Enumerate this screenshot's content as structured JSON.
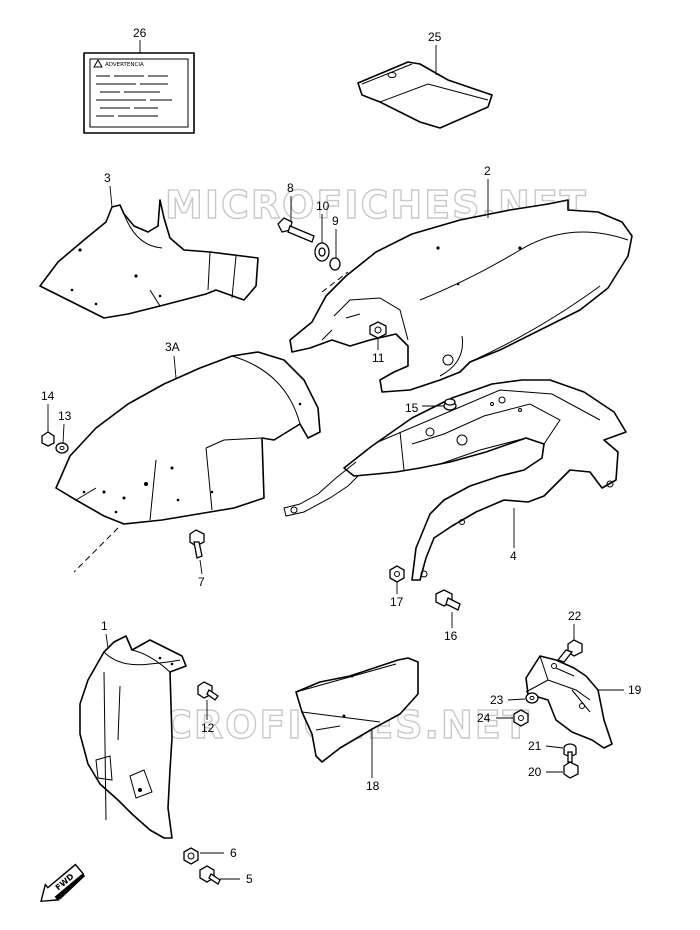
{
  "watermark": {
    "text": "MICROFICHES.NET"
  },
  "warning_label": {
    "title": "ADVERTENCIA"
  },
  "fwd_arrow": {
    "text": "FWD"
  },
  "callouts": {
    "p1": "1",
    "p2": "2",
    "p3": "3",
    "p3a": "3A",
    "p4": "4",
    "p5": "5",
    "p6": "6",
    "p7": "7",
    "p8": "8",
    "p9": "9",
    "p10": "10",
    "p11": "11",
    "p12": "12",
    "p13": "13",
    "p14": "14",
    "p15": "15",
    "p16": "16",
    "p17": "17",
    "p18": "18",
    "p19": "19",
    "p20": "20",
    "p21": "21",
    "p22": "22",
    "p23": "23",
    "p24": "24",
    "p25": "25",
    "p26": "26"
  }
}
